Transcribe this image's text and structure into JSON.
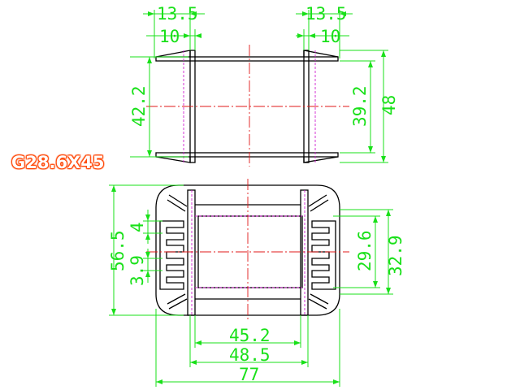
{
  "model_label": "G28.6X45",
  "colors": {
    "dimension": "#19e019",
    "outline": "#000000",
    "center_line": "#e01818",
    "hidden_line": "#d01fd0",
    "label_fill": "#ffffff",
    "label_outline": "#ff4400"
  },
  "top_view": {
    "dims": {
      "left_flange_width": "13.5",
      "left_wall": "10",
      "right_flange_width": "13.5",
      "right_wall": "10",
      "inner_height": "42.2",
      "core_height": "39.2",
      "overall_height": "48"
    }
  },
  "front_view": {
    "dims": {
      "overall_height": "56.5",
      "pin_pitch": "4",
      "pin_width": "3.9",
      "window_height": "29.6",
      "flange_height": "32.9",
      "inner_width": "45.2",
      "outer_width": "48.5",
      "overall_width": "77"
    }
  }
}
